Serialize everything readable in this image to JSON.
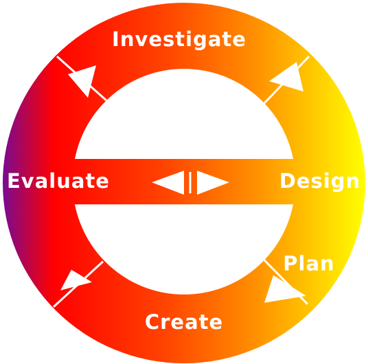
{
  "diagram": {
    "stages": {
      "investigate": "Investigate",
      "design": "Design",
      "plan": "Plan",
      "create": "Create",
      "evaluate": "Evaluate"
    },
    "colors": {
      "purple": "#7a0a8f",
      "red": "#ff0000",
      "orange": "#ff6600",
      "amber": "#ffbb00",
      "yellow": "#ffff00",
      "arrow": "#ffffff",
      "background": "#ffffff"
    },
    "icons": {
      "flow_arrow": "triangle-arrow-icon",
      "bidirectional": "double-arrow-icon"
    }
  }
}
